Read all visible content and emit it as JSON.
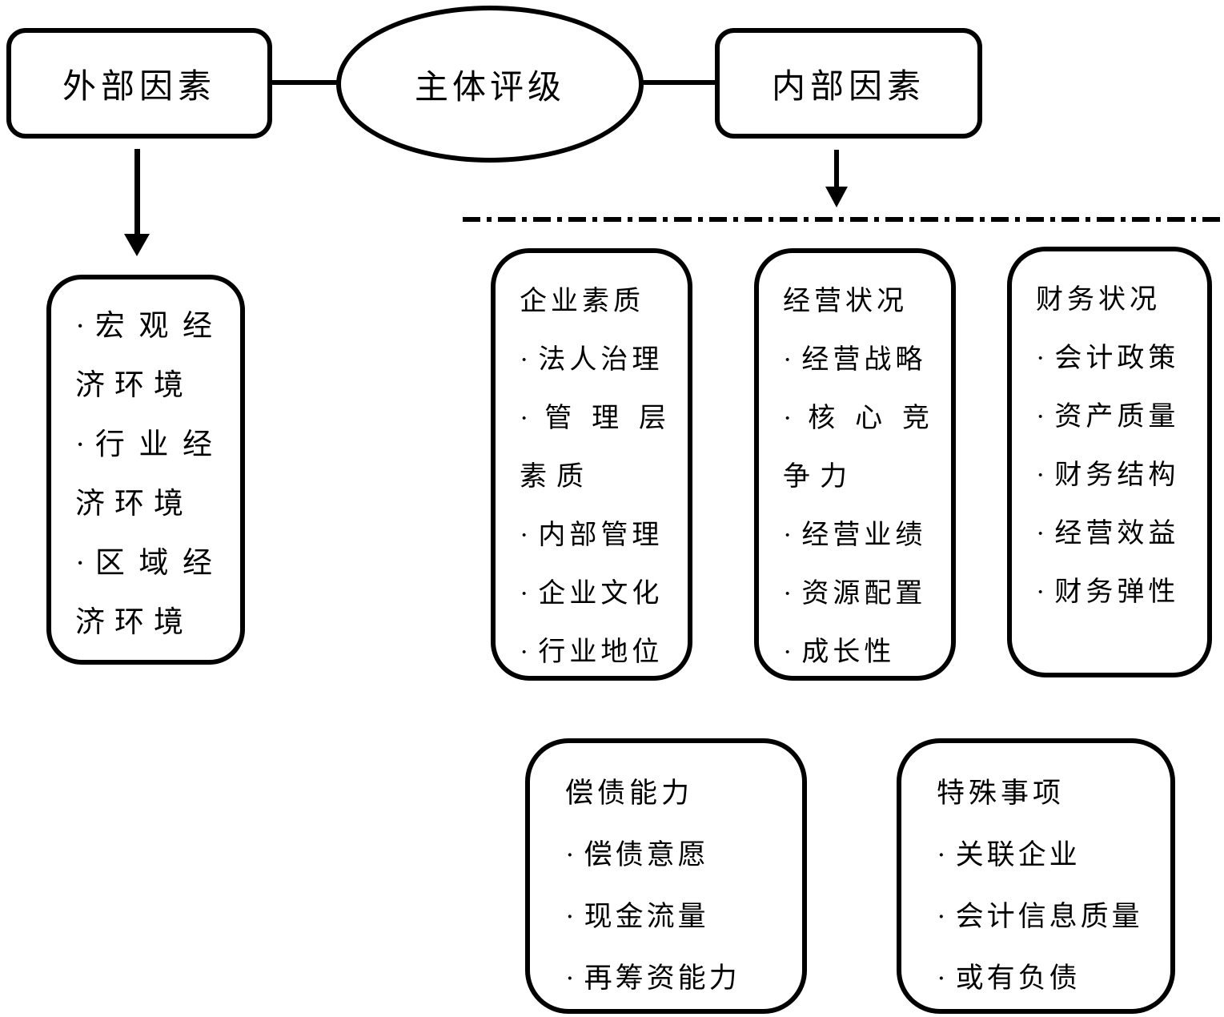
{
  "glyphs": {
    "bullet": "·"
  },
  "colors": {
    "ink": "#000000",
    "background": "#ffffff"
  },
  "nodes": {
    "external_factor": "外部因素",
    "subject_rating": "主体评级",
    "internal_factor": "内部因素"
  },
  "external_detail": {
    "lines": [
      {
        "b": 1,
        "s": 1,
        "t": "宏观经"
      },
      {
        "b": 0,
        "s": 0,
        "t": "济环境"
      },
      {
        "b": 1,
        "s": 1,
        "t": "行业经"
      },
      {
        "b": 0,
        "s": 0,
        "t": "济环境"
      },
      {
        "b": 1,
        "s": 1,
        "t": "区域经"
      },
      {
        "b": 0,
        "s": 0,
        "t": "济环境"
      }
    ]
  },
  "groups": [
    {
      "title": "企业素质",
      "lines": [
        {
          "b": 1,
          "s": 0,
          "t": "法人治理"
        },
        {
          "b": 1,
          "s": 1,
          "t": "管理层"
        },
        {
          "b": 0,
          "s": 0,
          "t": "素质"
        },
        {
          "b": 1,
          "s": 0,
          "t": "内部管理"
        },
        {
          "b": 1,
          "s": 0,
          "t": "企业文化"
        },
        {
          "b": 1,
          "s": 0,
          "t": "行业地位"
        }
      ]
    },
    {
      "title": "经营状况",
      "lines": [
        {
          "b": 1,
          "s": 0,
          "t": "经营战略"
        },
        {
          "b": 1,
          "s": 1,
          "t": "核心竞"
        },
        {
          "b": 0,
          "s": 0,
          "t": "争力"
        },
        {
          "b": 1,
          "s": 0,
          "t": "经营业绩"
        },
        {
          "b": 1,
          "s": 0,
          "t": "资源配置"
        },
        {
          "b": 1,
          "s": 0,
          "t": "成长性"
        }
      ]
    },
    {
      "title": "财务状况",
      "lines": [
        {
          "b": 1,
          "s": 0,
          "t": "会计政策"
        },
        {
          "b": 1,
          "s": 0,
          "t": "资产质量"
        },
        {
          "b": 1,
          "s": 0,
          "t": "财务结构"
        },
        {
          "b": 1,
          "s": 0,
          "t": "经营效益"
        },
        {
          "b": 1,
          "s": 0,
          "t": "财务弹性"
        }
      ]
    },
    {
      "title": "偿债能力",
      "lines": [
        {
          "b": 1,
          "s": 0,
          "t": "偿债意愿"
        },
        {
          "b": 1,
          "s": 0,
          "t": "现金流量"
        },
        {
          "b": 1,
          "s": 0,
          "t": "再筹资能力"
        }
      ]
    },
    {
      "title": "特殊事项",
      "lines": [
        {
          "b": 1,
          "s": 0,
          "t": "关联企业"
        },
        {
          "b": 1,
          "s": 0,
          "t": "会计信息质量"
        },
        {
          "b": 1,
          "s": 0,
          "t": "或有负债"
        }
      ]
    }
  ]
}
